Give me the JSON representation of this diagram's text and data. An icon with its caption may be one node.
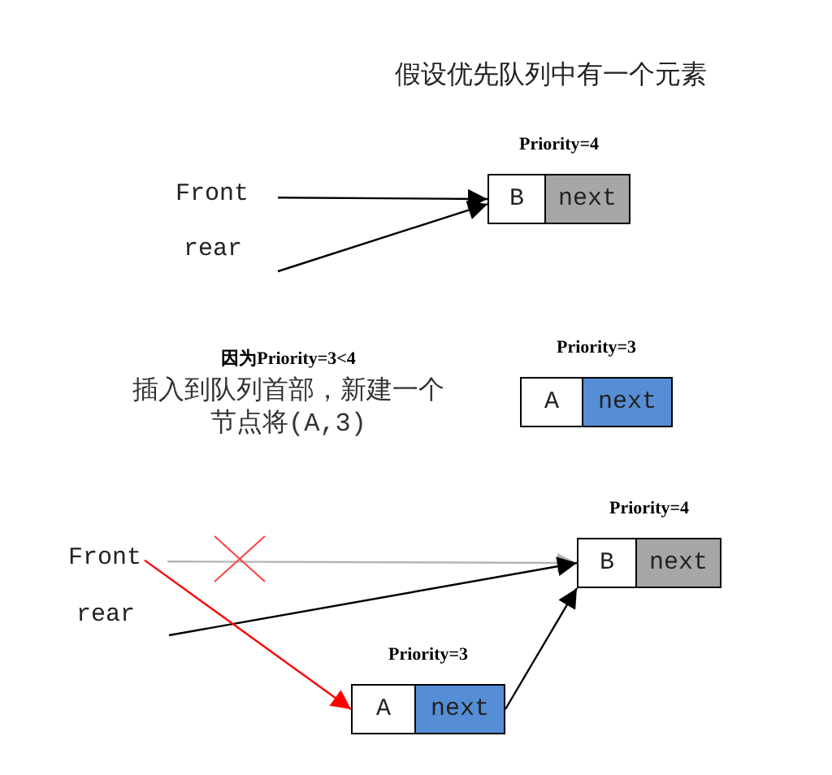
{
  "diagram": {
    "title": "假设优先队列中有一个元素",
    "nodes": [
      {
        "text": [
          "Front"
        ]
      },
      {
        "text": [
          "rear"
        ]
      },
      {
        "text": [
          "B",
          "next"
        ],
        "beside": [
          "Priority=4"
        ]
      },
      {
        "text": [
          "A",
          "next"
        ],
        "beside": [
          "Priority=3"
        ]
      },
      {
        "text": [
          "Front"
        ]
      },
      {
        "text": [
          "rear"
        ]
      },
      {
        "text": [
          "B",
          "next"
        ],
        "beside": [
          "Priority=4"
        ]
      },
      {
        "text": [
          "A",
          "next"
        ],
        "beside": [
          "Priority=3"
        ]
      }
    ],
    "edges": [
      {
        "from": 0,
        "to": 2,
        "arrow": "to"
      },
      {
        "from": 1,
        "to": 2,
        "arrow": "to"
      },
      {
        "from": 4,
        "to": 6,
        "arrow": "to",
        "color": "#b4b4b4"
      },
      {
        "from": 5,
        "to": 6,
        "arrow": "to"
      },
      {
        "from": 4,
        "to": 7,
        "arrow": "to",
        "color": "#ff0000"
      },
      {
        "from": 7,
        "to": 6,
        "arrow": "to"
      }
    ],
    "labels": [
      "因为Priority=3<4",
      "插入到队列首部，新建一个节点将(A,3)"
    ]
  }
}
